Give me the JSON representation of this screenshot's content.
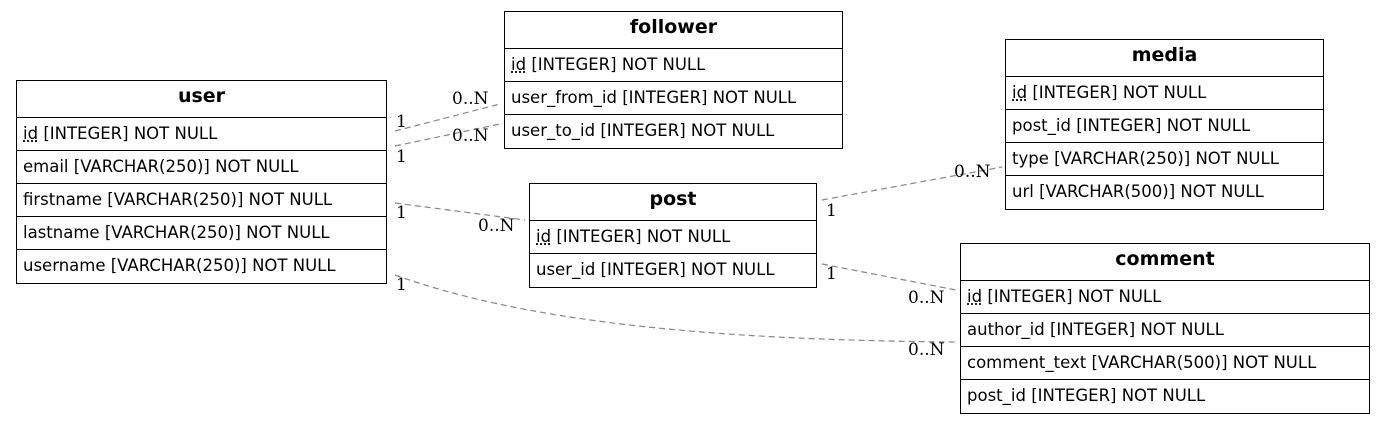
{
  "entities": {
    "user": {
      "name": "user",
      "fields": [
        {
          "name": "id",
          "type": "[INTEGER] NOT NULL",
          "pk": true
        },
        {
          "name": "email",
          "type": "[VARCHAR(250)] NOT NULL",
          "pk": false
        },
        {
          "name": "firstname",
          "type": "[VARCHAR(250)] NOT NULL",
          "pk": false
        },
        {
          "name": "lastname",
          "type": "[VARCHAR(250)] NOT NULL",
          "pk": false
        },
        {
          "name": "username",
          "type": "[VARCHAR(250)] NOT NULL",
          "pk": false
        }
      ]
    },
    "follower": {
      "name": "follower",
      "fields": [
        {
          "name": "id",
          "type": "[INTEGER] NOT NULL",
          "pk": true
        },
        {
          "name": "user_from_id",
          "type": "[INTEGER] NOT NULL",
          "pk": false
        },
        {
          "name": "user_to_id",
          "type": "[INTEGER] NOT NULL",
          "pk": false
        }
      ]
    },
    "post": {
      "name": "post",
      "fields": [
        {
          "name": "id",
          "type": "[INTEGER] NOT NULL",
          "pk": true
        },
        {
          "name": "user_id",
          "type": "[INTEGER] NOT NULL",
          "pk": false
        }
      ]
    },
    "media": {
      "name": "media",
      "fields": [
        {
          "name": "id",
          "type": "[INTEGER] NOT NULL",
          "pk": true
        },
        {
          "name": "post_id",
          "type": "[INTEGER] NOT NULL",
          "pk": false
        },
        {
          "name": "type",
          "type": "[VARCHAR(250)] NOT NULL",
          "pk": false
        },
        {
          "name": "url",
          "type": "[VARCHAR(500)] NOT NULL",
          "pk": false
        }
      ]
    },
    "comment": {
      "name": "comment",
      "fields": [
        {
          "name": "id",
          "type": "[INTEGER] NOT NULL",
          "pk": true
        },
        {
          "name": "author_id",
          "type": "[INTEGER] NOT NULL",
          "pk": false
        },
        {
          "name": "comment_text",
          "type": "[VARCHAR(500)] NOT NULL",
          "pk": false
        },
        {
          "name": "post_id",
          "type": "[INTEGER] NOT NULL",
          "pk": false
        }
      ]
    }
  },
  "relationships": [
    {
      "id": "user-follower-from",
      "from": "user",
      "to": "follower",
      "from_card": "1",
      "to_card": "0..N"
    },
    {
      "id": "user-follower-to",
      "from": "user",
      "to": "follower",
      "from_card": "1",
      "to_card": "0..N"
    },
    {
      "id": "user-post",
      "from": "user",
      "to": "post",
      "from_card": "1",
      "to_card": "0..N"
    },
    {
      "id": "user-comment",
      "from": "user",
      "to": "comment",
      "from_card": "1",
      "to_card": "0..N"
    },
    {
      "id": "post-media",
      "from": "post",
      "to": "media",
      "from_card": "1",
      "to_card": "0..N"
    },
    {
      "id": "post-comment",
      "from": "post",
      "to": "comment",
      "from_card": "1",
      "to_card": "0..N"
    }
  ],
  "colors": {
    "border": "#000000",
    "link": "#888888",
    "text": "#000000"
  }
}
